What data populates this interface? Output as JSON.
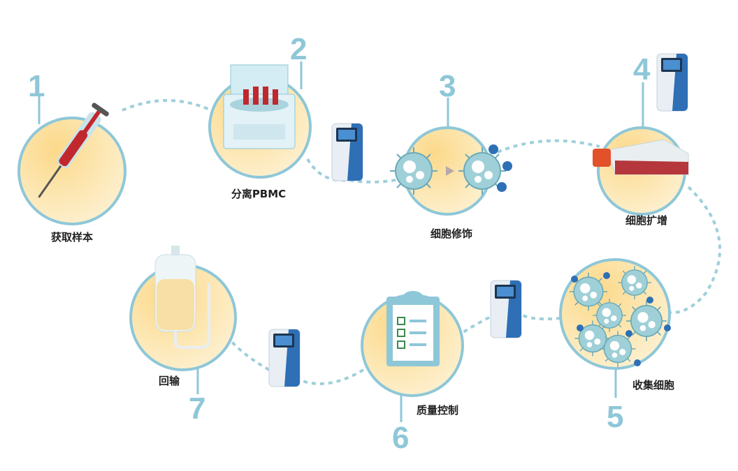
{
  "title": "Cell therapy workflow",
  "colors": {
    "ring": "#8ec7d8",
    "fill": "#fde3a0",
    "device": "#2e6fb5",
    "blood": "#c0282d",
    "cell": "#9fd0d8"
  },
  "steps": [
    {
      "number": "1",
      "label": "获取样本",
      "icon": "syringe-icon"
    },
    {
      "number": "2",
      "label": "分离PBMC",
      "icon": "centrifuge-icon"
    },
    {
      "number": "3",
      "label": "细胞修饰",
      "icon": "cell-modification-icon"
    },
    {
      "number": "4",
      "label": "细胞扩增",
      "icon": "culture-flask-icon"
    },
    {
      "number": "5",
      "label": "收集细胞",
      "icon": "cell-cluster-icon"
    },
    {
      "number": "6",
      "label": "质量控制",
      "icon": "clipboard-checklist-icon"
    },
    {
      "number": "7",
      "label": "回输",
      "icon": "iv-bag-icon"
    }
  ]
}
